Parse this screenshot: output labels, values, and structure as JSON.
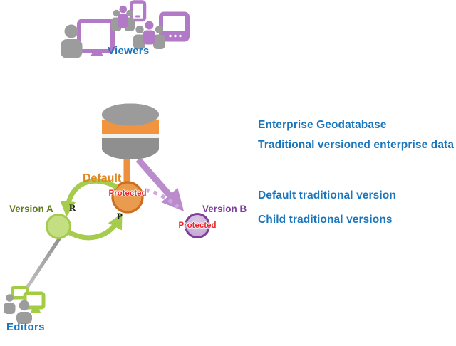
{
  "diagram": {
    "nodes": {
      "viewers": {
        "label": "Viewers"
      },
      "editors": {
        "label": "Editors"
      },
      "default_version": {
        "label": "Default",
        "badge": "Protected"
      },
      "version_a": {
        "label": "Version A"
      },
      "version_b": {
        "label": "Version B",
        "badge": "Protected"
      },
      "reconcile": "R",
      "post": "P"
    },
    "legend": [
      "Enterprise Geodatabase",
      "Traditional versioned enterprise data",
      "Default traditional version",
      "Child traditional versions"
    ],
    "colors": {
      "blue_text": "#1C76BC",
      "orange": "#EE8F3D",
      "orange_label": "#E2861C",
      "purple_device": "#B27AC6",
      "purple_arrow": "#BA8CCC",
      "green_arrow": "#A5CC4C",
      "green_device": "#A3CC44",
      "olive_label": "#5F7B21",
      "violet_label": "#7C3F9B",
      "badge_red": "#E8252B",
      "gray": "#9C9C9C"
    }
  }
}
